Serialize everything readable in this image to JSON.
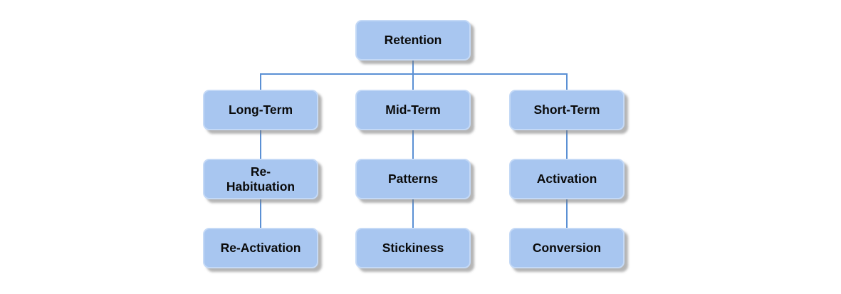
{
  "diagram": {
    "type": "tree",
    "root": "Retention",
    "branches": [
      {
        "level1": "Long-Term",
        "level2": "Re-Habituation",
        "level3": "Re-Activation"
      },
      {
        "level1": "Mid-Term",
        "level2": "Patterns",
        "level3": "Stickiness"
      },
      {
        "level1": "Short-Term",
        "level2": "Activation",
        "level3": "Conversion"
      }
    ]
  },
  "nodes": {
    "retention": {
      "label": "Retention"
    },
    "long_term": {
      "label": "Long-Term"
    },
    "mid_term": {
      "label": "Mid-Term"
    },
    "short_term": {
      "label": "Short-Term"
    },
    "re_habituation": {
      "label": "Re-\nHabituation"
    },
    "patterns": {
      "label": "Patterns"
    },
    "activation": {
      "label": "Activation"
    },
    "re_activation": {
      "label": "Re-Activation"
    },
    "stickiness": {
      "label": "Stickiness"
    },
    "conversion": {
      "label": "Conversion"
    }
  },
  "colors": {
    "node_fill": "#a8c6f0",
    "node_border": "#c4d9f6",
    "node_text": "#0a0a0a",
    "connector": "#5b90d4",
    "shadow": "#8c8c8c",
    "background": "#ffffff"
  }
}
